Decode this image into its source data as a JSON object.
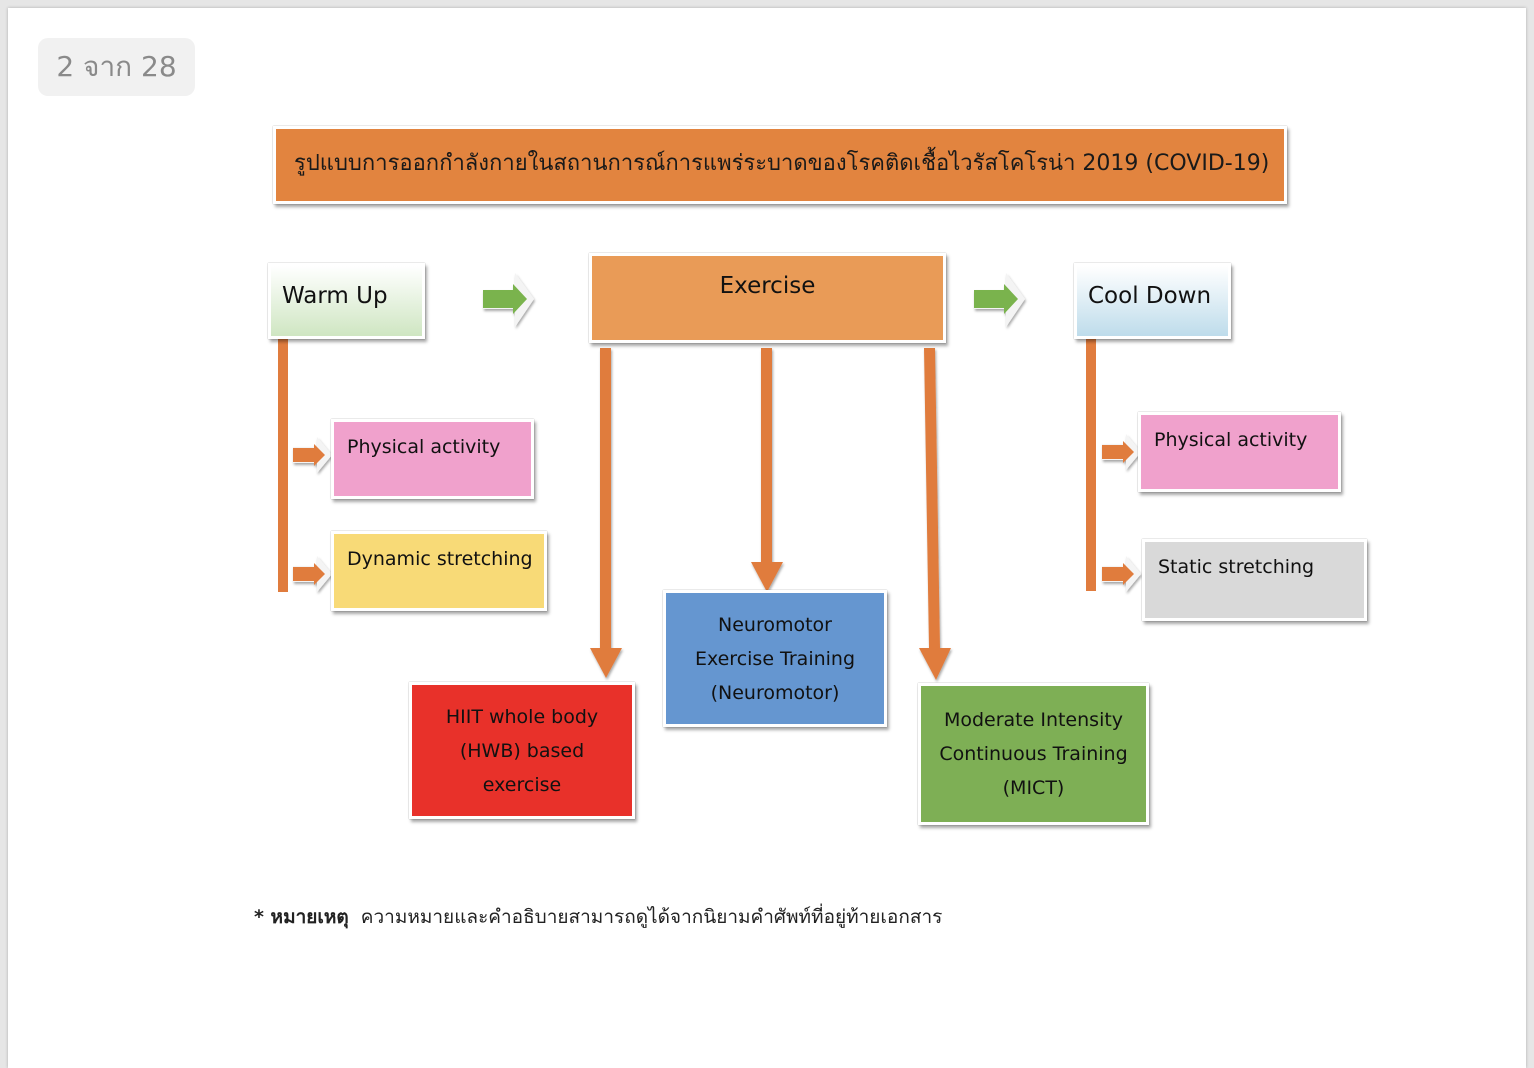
{
  "page_indicator": "2 จาก 28",
  "title": "รูปแบบการออกกำลังกายในสถานการณ์การแพร่ระบาดของโรคติดเชื้อไวรัสโคโรน่า 2019 (COVID-19)",
  "stages": {
    "warm_up": "Warm Up",
    "exercise": "Exercise",
    "cool_down": "Cool Down"
  },
  "warm_up_items": {
    "physical_activity": "Physical activity",
    "dynamic_stretching": "Dynamic stretching"
  },
  "cool_down_items": {
    "physical_activity": "Physical activity",
    "static_stretching": "Static stretching"
  },
  "exercise_types": {
    "hiit": [
      "HIIT whole body",
      "(HWB) based",
      "exercise"
    ],
    "neuromotor": [
      "Neuromotor",
      "Exercise Training",
      "(Neuromotor)"
    ],
    "mict": [
      "Moderate Intensity",
      "Continuous Training",
      "(MICT)"
    ]
  },
  "note": {
    "label": "* หมายเหตุ",
    "text": "ความหมายและคำอธิบายสามารถดูได้จากนิยามคำศัพท์ที่อยู่ท้ายเอกสาร"
  },
  "colors": {
    "banner": "#e2843f",
    "exercise": "#e99b57",
    "connector": "#e07c3e",
    "flow_arrow": "#7ab34e",
    "pink": "#f0a1cc",
    "yellow": "#f8da77",
    "gray": "#d9d9d9",
    "red": "#e8312a",
    "blue": "#6596d0",
    "green": "#7eaf55"
  }
}
